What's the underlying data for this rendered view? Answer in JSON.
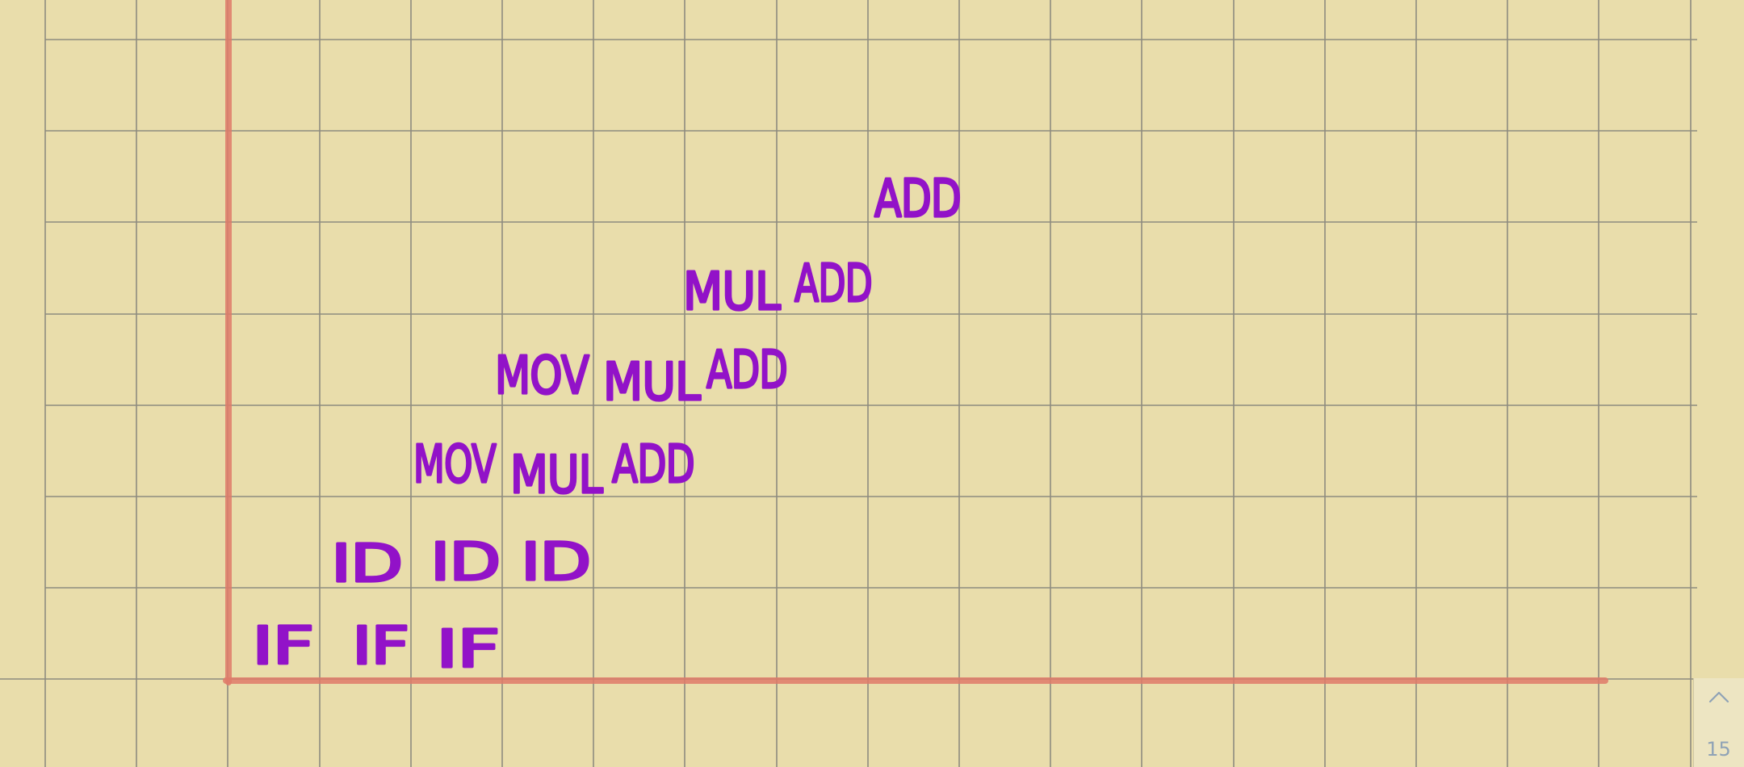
{
  "canvas": {
    "paper_color": "#e9ddab",
    "grid_color": "#8e8b80",
    "margin_line_color": "#e07b6a",
    "ink_color": "#9212c8"
  },
  "handwriting": {
    "rows": [
      [
        "ADD"
      ],
      [
        "MUL",
        "ADD"
      ],
      [
        "MOV",
        "MUL",
        "ADD"
      ],
      [
        "MOV",
        "MUL",
        "ADD"
      ],
      [
        "ID",
        "ID",
        "ID"
      ],
      [
        "IF",
        "IF",
        "IF"
      ]
    ]
  },
  "pager": {
    "up_icon": "chevron-up-icon",
    "page_number": "15"
  }
}
